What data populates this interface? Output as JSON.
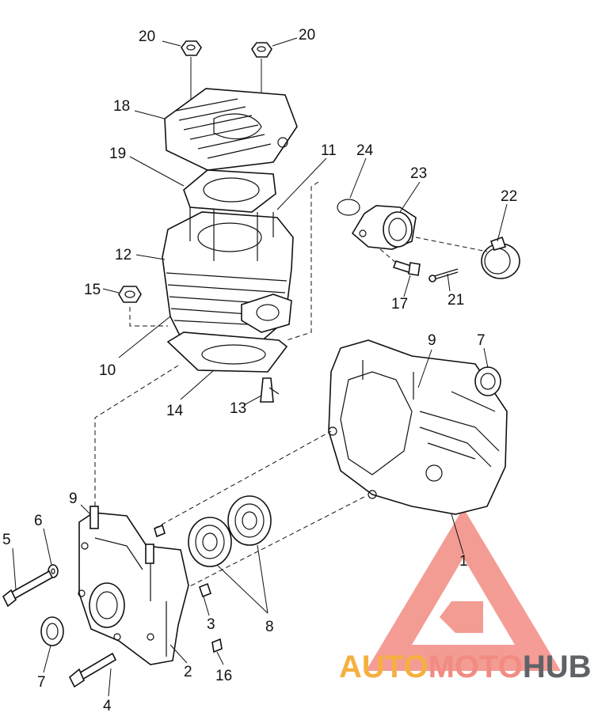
{
  "callouts": [
    {
      "id": "c20a",
      "text": "20"
    },
    {
      "id": "c20b",
      "text": "20"
    },
    {
      "id": "c18",
      "text": "18"
    },
    {
      "id": "c19",
      "text": "19"
    },
    {
      "id": "c11",
      "text": "11"
    },
    {
      "id": "c24",
      "text": "24"
    },
    {
      "id": "c23",
      "text": "23"
    },
    {
      "id": "c22",
      "text": "22"
    },
    {
      "id": "c12",
      "text": "12"
    },
    {
      "id": "c15",
      "text": "15"
    },
    {
      "id": "c17",
      "text": "17"
    },
    {
      "id": "c21",
      "text": "21"
    },
    {
      "id": "c10",
      "text": "10"
    },
    {
      "id": "c14",
      "text": "14"
    },
    {
      "id": "c13",
      "text": "13"
    },
    {
      "id": "c9a",
      "text": "9"
    },
    {
      "id": "c7a",
      "text": "7"
    },
    {
      "id": "c1",
      "text": "1"
    },
    {
      "id": "c9b",
      "text": "9"
    },
    {
      "id": "c5",
      "text": "5"
    },
    {
      "id": "c6",
      "text": "6"
    },
    {
      "id": "c3",
      "text": "3"
    },
    {
      "id": "c8",
      "text": "8"
    },
    {
      "id": "c2",
      "text": "2"
    },
    {
      "id": "c16",
      "text": "16"
    },
    {
      "id": "c7b",
      "text": "7"
    },
    {
      "id": "c4",
      "text": "4"
    }
  ],
  "watermark": {
    "part1": "AUTO",
    "part2": "MOTO",
    "part3": "HUB",
    "color_logo": "#f28b82",
    "color_auto": "#f5b041",
    "color_moto": "#f28b82",
    "color_hub": "#5f6368"
  }
}
